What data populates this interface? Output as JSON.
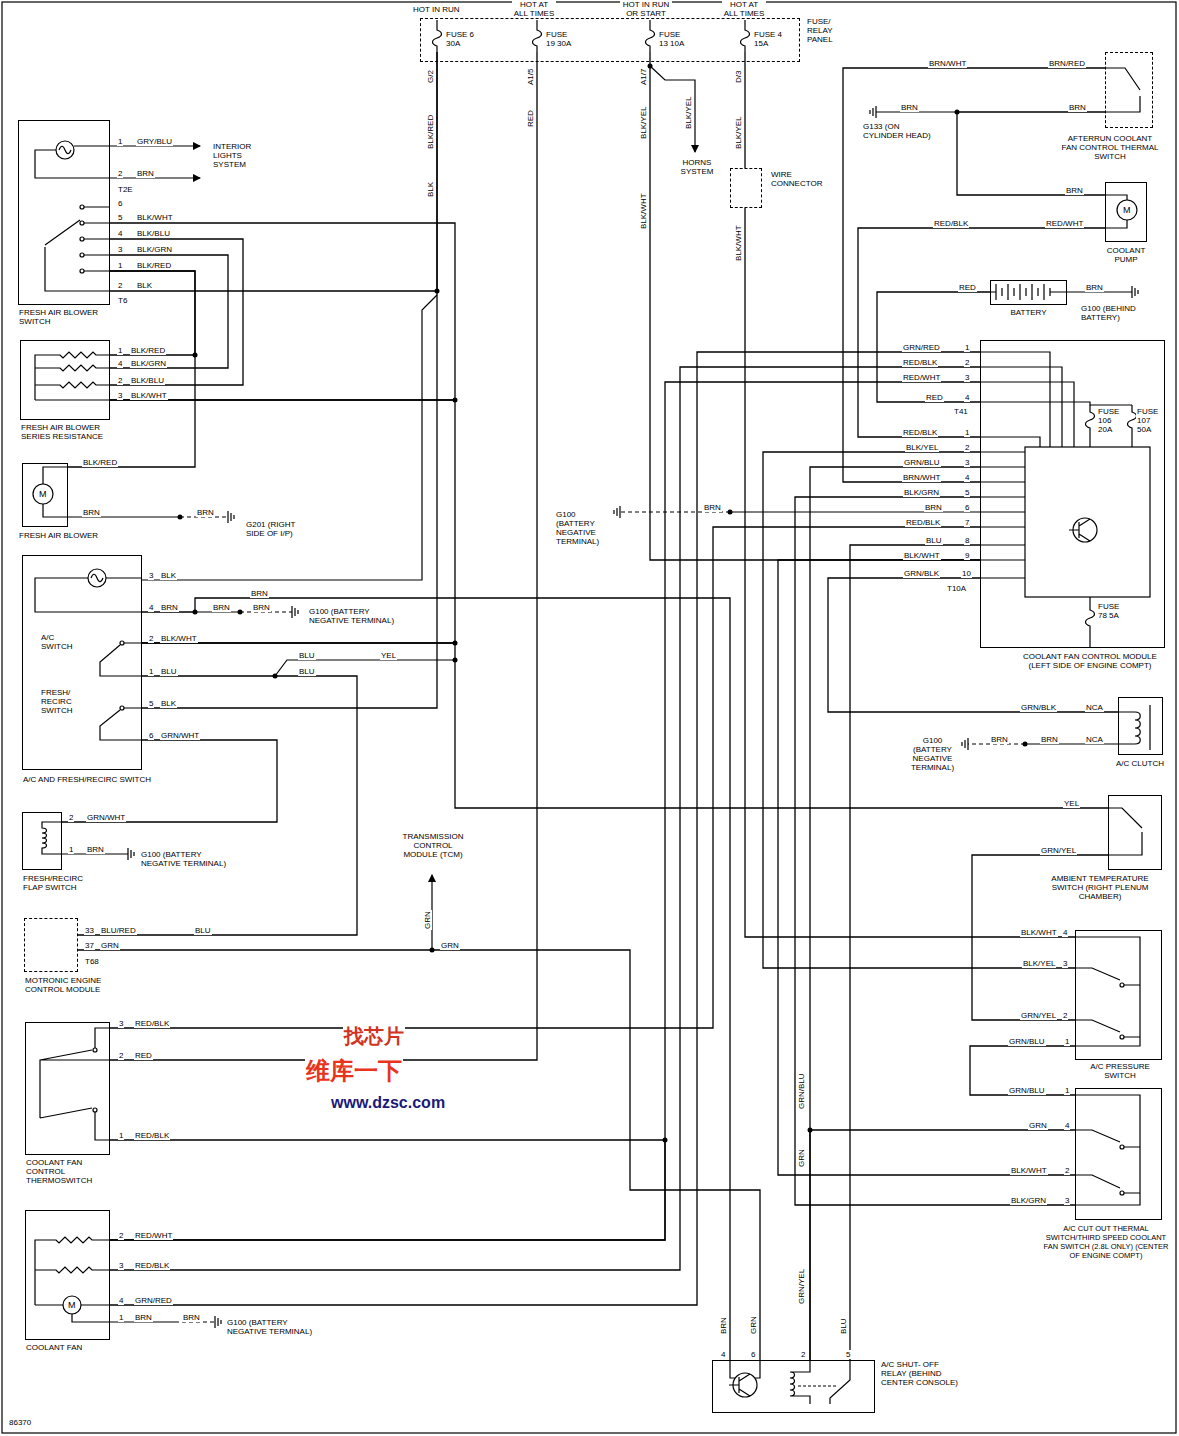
{
  "diagram": {
    "nodes": [
      {
        "text": [
          "FUSE/ RELAY PANEL"
        ]
      },
      {
        "text": [
          "FUSE 6 30A"
        ],
        "in": 0
      },
      {
        "text": [
          "FUSE 19 30A"
        ],
        "in": 0
      },
      {
        "text": [
          "FUSE 13 10A"
        ],
        "in": 0
      },
      {
        "text": [
          "FUSE 4 15A"
        ],
        "in": 0
      },
      {
        "text": [
          "FRESH AIR BLOWER SWITCH"
        ]
      },
      {
        "text": [
          "FRESH AIR BLOWER SERIES RESISTANCE"
        ]
      },
      {
        "text": [
          "FRESH AIR BLOWER"
        ]
      },
      {
        "text": [
          "A/C AND FRESH/RECIRC SWITCH"
        ]
      },
      {
        "text": [
          "FRESH/RECIRC FLAP SWITCH"
        ]
      },
      {
        "text": [
          "MOTRONIC ENGINE CONTROL MODULE"
        ]
      },
      {
        "text": [
          "COOLANT FAN CONTROL THERMOSWITCH"
        ]
      },
      {
        "text": [
          "COOLANT FAN"
        ]
      },
      {
        "text": [
          "WIRE CONNECTOR"
        ]
      },
      {
        "text": [
          "AFTERRUN COOLANT FAN CONTROL THERMAL SWITCH"
        ]
      },
      {
        "text": [
          "COOLANT PUMP"
        ]
      },
      {
        "text": [
          "BATTERY"
        ]
      },
      {
        "text": [
          "COOLANT FAN CONTROL MODULE (LEFT SIDE OF ENGINE COMPT)"
        ]
      },
      {
        "text": [
          "FUSE 106 20A"
        ],
        "in": 17
      },
      {
        "text": [
          "FUSE 107 50A"
        ],
        "in": 17
      },
      {
        "text": [
          "FUSE 78 5A"
        ],
        "in": 17
      },
      {
        "text": [
          "A/C CLUTCH"
        ]
      },
      {
        "text": [
          "AMBIENT TEMPERATURE SWITCH (RIGHT PLENUM CHAMBER)"
        ]
      },
      {
        "text": [
          "A/C PRESSURE SWITCH"
        ]
      },
      {
        "text": [
          "A/C CUT OUT THERMAL SWITCH/THIRD SPEED COOLANT FAN SWITCH (2.8L ONLY) (CENTER OF ENGINE COMPT)"
        ]
      },
      {
        "text": [
          "A/C SHUT- OFF RELAY (BEHIND CENTER CONSOLE)"
        ]
      }
    ],
    "edges": [
      {
        "from": 1,
        "to": 5,
        "arrow": "none"
      },
      {
        "from": 1,
        "to": 8,
        "arrow": "none"
      },
      {
        "from": 2,
        "to": 11,
        "arrow": "none"
      },
      {
        "from": 3,
        "to": 17,
        "arrow": "none"
      },
      {
        "from": 4,
        "to": 13,
        "arrow": "none"
      },
      {
        "from": 13,
        "to": 23,
        "arrow": "none"
      },
      {
        "from": 5,
        "to": 6,
        "arrow": "none"
      },
      {
        "from": 5,
        "to": 7,
        "arrow": "none"
      },
      {
        "from": 5,
        "to": 6,
        "arrow": "none"
      },
      {
        "from": 5,
        "to": 6,
        "arrow": "none"
      },
      {
        "from": 5,
        "to": 6,
        "arrow": "none"
      },
      {
        "from": 6,
        "to": 8,
        "arrow": "none"
      },
      {
        "from": 8,
        "to": 22,
        "arrow": "none"
      },
      {
        "from": 8,
        "to": 10,
        "arrow": "none"
      },
      {
        "from": 8,
        "to": 9,
        "arrow": "none"
      },
      {
        "from": 10,
        "to": 25,
        "arrow": "none"
      },
      {
        "from": 11,
        "to": 17,
        "arrow": "none"
      },
      {
        "from": 11,
        "to": 12,
        "arrow": "none"
      },
      {
        "from": 12,
        "to": 17,
        "arrow": "none"
      },
      {
        "from": 12,
        "to": 17,
        "arrow": "none"
      },
      {
        "from": 12,
        "to": 17,
        "arrow": "none"
      },
      {
        "from": 16,
        "to": 17,
        "arrow": "none"
      },
      {
        "from": 14,
        "to": 17,
        "arrow": "none"
      },
      {
        "from": 15,
        "to": 17,
        "arrow": "none"
      },
      {
        "from": 14,
        "to": 15,
        "arrow": "none"
      },
      {
        "from": 21,
        "to": 17,
        "arrow": "none"
      },
      {
        "from": 22,
        "to": 23,
        "arrow": "none"
      },
      {
        "from": 23,
        "to": 24,
        "arrow": "none"
      },
      {
        "from": 23,
        "to": 17,
        "arrow": "none"
      },
      {
        "from": 17,
        "to": 25,
        "arrow": "none"
      },
      {
        "from": 24,
        "to": 25,
        "arrow": "none"
      },
      {
        "from": 24,
        "to": 17,
        "arrow": "none"
      },
      {
        "from": 24,
        "to": 17,
        "arrow": "none"
      },
      {
        "from": 25,
        "to": 17,
        "arrow": "none"
      },
      {
        "from": 8,
        "to": 25,
        "arrow": "none"
      }
    ],
    "labels": [
      "HOT IN RUN",
      "HOT AT ALL TIMES",
      "HOT IN RUN OR START",
      "HOT AT ALL TIMES",
      "G/2",
      "A1/5",
      "A1/7",
      "D/3",
      "BLK/RED",
      "BLK",
      "RED",
      "BLK/YEL",
      "BLK/YEL",
      "BLK/WHT",
      "BLK/YEL",
      "BLK/WHT",
      "HORNS SYSTEM",
      "INTERIOR LIGHTS SYSTEM",
      "1",
      "GRY/BLU",
      "2",
      "BRN",
      "T2E",
      "6",
      "5",
      "BLK/WHT",
      "4",
      "BLK/BLU",
      "3",
      "BLK/GRN",
      "1",
      "BLK/RED",
      "2",
      "BLK",
      "T6",
      "1",
      "BLK/RED",
      "4",
      "BLK/GRN",
      "2",
      "BLK/BLU",
      "3",
      "BLK/WHT",
      "BLK/RED",
      "BRN",
      "BRN",
      "G201 (RIGHT SIDE OF I/P)",
      "3",
      "BLK",
      "4",
      "BRN",
      "BRN",
      "BRN",
      "BRN",
      "G100 (BATTERY NEGATIVE TERMINAL)",
      "A/C SWITCH",
      "2",
      "BLK/WHT",
      "1",
      "BLU",
      "BLU",
      "YEL",
      "BLU",
      "FRESH/ RECIRC SWITCH",
      "5",
      "BLK",
      "6",
      "GRN/WHT",
      "2",
      "GRN/WHT",
      "1",
      "BRN",
      "G100 (BATTERY NEGATIVE TERMINAL)",
      "33",
      "BLU/RED",
      "BLU",
      "37",
      "GRN",
      "GRN",
      "T68",
      "GRN",
      "TRANSMISSION CONTROL MODULE (TCM)",
      "3",
      "RED/BLK",
      "2",
      "RED",
      "1",
      "RED/BLK",
      "2",
      "RED/WHT",
      "3",
      "RED/BLK",
      "4",
      "GRN/RED",
      "1",
      "BRN",
      "BRN",
      "G100 (BATTERY NEGATIVE TERMINAL)",
      "G100 (BATTERY NEGATIVE TERMINAL)",
      "BRN",
      "GRN/BLU",
      "GRN",
      "GRN/YEL",
      "BRN",
      "GRN",
      "BLU",
      "4",
      "6",
      "2",
      "5",
      "BRN/WHT",
      "BRN/RED",
      "BRN",
      "BRN",
      "G133 (ON CYLINDER HEAD)",
      "BRN",
      "RED/BLK",
      "RED/WHT",
      "RED",
      "BRN",
      "G100 (BEHIND BATTERY)",
      "GRN/RED",
      "1",
      "RED/BLK",
      "2",
      "RED/WHT",
      "3",
      "RED",
      "4",
      "T41",
      "RED/BLK",
      "1",
      "BLK/YEL",
      "2",
      "GRN/BLU",
      "3",
      "BRN/WHT",
      "4",
      "BLK/GRN",
      "5",
      "BRN",
      "6",
      "RED/BLK",
      "7",
      "BLU",
      "8",
      "BLK/WHT",
      "9",
      "GRN/BLK",
      "10",
      "T10A",
      "GRN/BLK",
      "NCA",
      "G100 (BATTERY NEGATIVE TERMINAL)",
      "BRN",
      "BRN",
      "NCA",
      "YEL",
      "GRN/YEL",
      "BLK/WHT",
      "4",
      "BLK/YEL",
      "3",
      "GRN/YEL",
      "2",
      "GRN/BLU",
      "1",
      "GRN/BLU",
      "1",
      "GRN",
      "4",
      "BLK/WHT",
      "2",
      "BLK/GRN",
      "3",
      "找芯片",
      "维库一下",
      "www.dzsc.com",
      "86370",
      "M",
      "M",
      "M"
    ]
  }
}
